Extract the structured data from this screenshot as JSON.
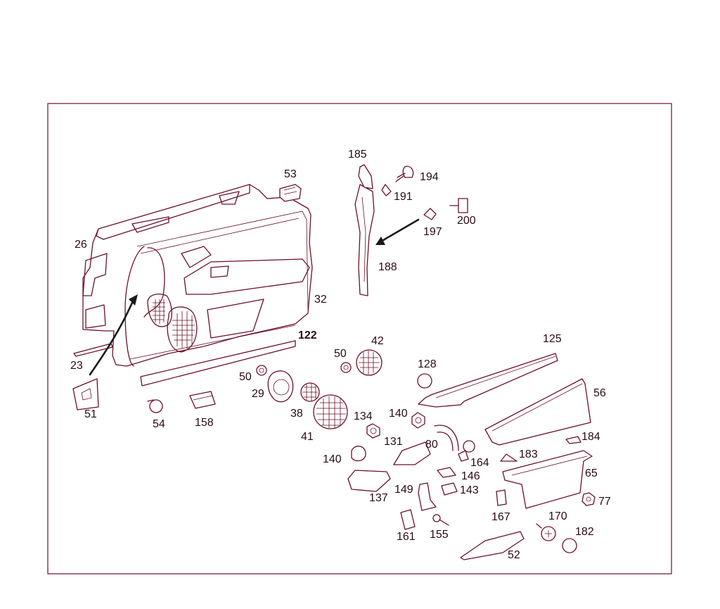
{
  "colors": {
    "line": "#6b1028",
    "text": "#2a0a12",
    "background": "#ffffff"
  },
  "callouts": [
    {
      "id": "c185",
      "text": "185"
    },
    {
      "id": "c53",
      "text": "53"
    },
    {
      "id": "c194",
      "text": "194"
    },
    {
      "id": "c191",
      "text": "191"
    },
    {
      "id": "c200",
      "text": "200"
    },
    {
      "id": "c197",
      "text": "197"
    },
    {
      "id": "c26",
      "text": "26"
    },
    {
      "id": "c188",
      "text": "188"
    },
    {
      "id": "c32",
      "text": "32"
    },
    {
      "id": "c122",
      "text": "122"
    },
    {
      "id": "c125",
      "text": "125"
    },
    {
      "id": "c23",
      "text": "23"
    },
    {
      "id": "c50a",
      "text": "50"
    },
    {
      "id": "c42",
      "text": "42"
    },
    {
      "id": "c128",
      "text": "128"
    },
    {
      "id": "c56",
      "text": "56"
    },
    {
      "id": "c50b",
      "text": "50"
    },
    {
      "id": "c29",
      "text": "29"
    },
    {
      "id": "c51",
      "text": "51"
    },
    {
      "id": "c54",
      "text": "54"
    },
    {
      "id": "c158",
      "text": "158"
    },
    {
      "id": "c38",
      "text": "38"
    },
    {
      "id": "c134",
      "text": "134"
    },
    {
      "id": "c140a",
      "text": "140"
    },
    {
      "id": "c41",
      "text": "41"
    },
    {
      "id": "c131",
      "text": "131"
    },
    {
      "id": "c80",
      "text": "80"
    },
    {
      "id": "c184",
      "text": "184"
    },
    {
      "id": "c140b",
      "text": "140"
    },
    {
      "id": "c164",
      "text": "164"
    },
    {
      "id": "c183",
      "text": "183"
    },
    {
      "id": "c146",
      "text": "146"
    },
    {
      "id": "c65",
      "text": "65"
    },
    {
      "id": "c149",
      "text": "149"
    },
    {
      "id": "c143",
      "text": "143"
    },
    {
      "id": "c137",
      "text": "137"
    },
    {
      "id": "c77",
      "text": "77"
    },
    {
      "id": "c167",
      "text": "167"
    },
    {
      "id": "c170",
      "text": "170"
    },
    {
      "id": "c182",
      "text": "182"
    },
    {
      "id": "c161",
      "text": "161"
    },
    {
      "id": "c155",
      "text": "155"
    },
    {
      "id": "c52",
      "text": "52"
    }
  ]
}
